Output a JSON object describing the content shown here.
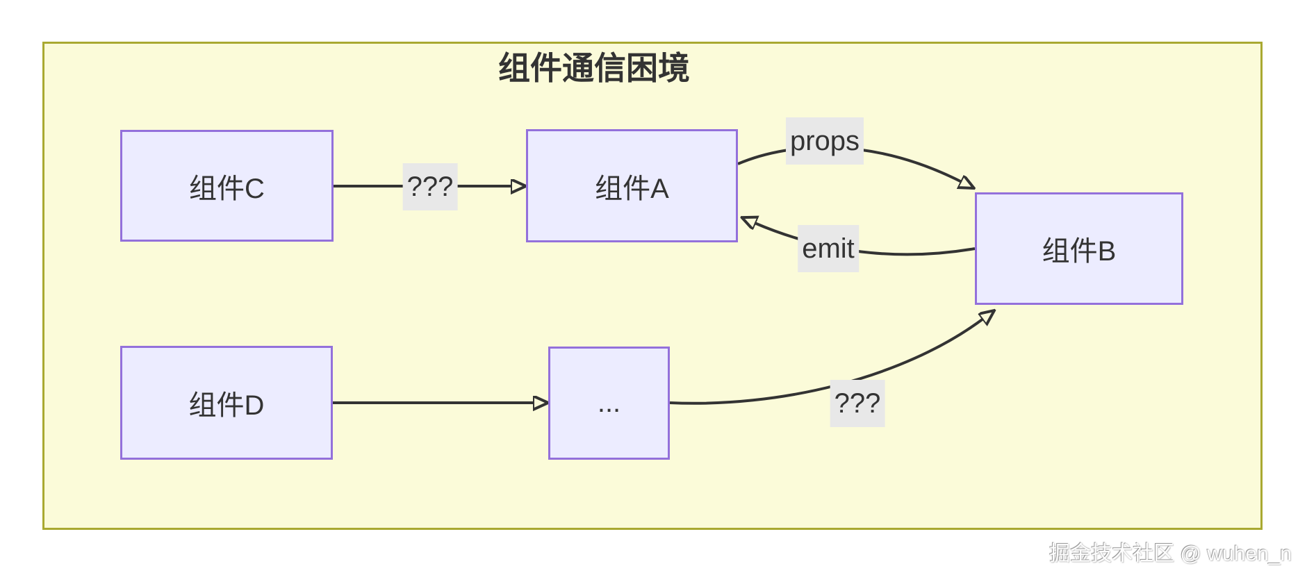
{
  "diagram": {
    "title": "组件通信困境",
    "nodes": {
      "c": {
        "label": "组件C"
      },
      "a": {
        "label": "组件A"
      },
      "b": {
        "label": "组件B"
      },
      "d": {
        "label": "组件D"
      },
      "more": {
        "label": "..."
      }
    },
    "edges": [
      {
        "from": "组件C",
        "to": "组件A",
        "label": "???"
      },
      {
        "from": "组件A",
        "to": "组件B",
        "label": "props"
      },
      {
        "from": "组件B",
        "to": "组件A",
        "label": "emit"
      },
      {
        "from": "组件D",
        "to": "...",
        "label": ""
      },
      {
        "from": "...",
        "to": "组件B",
        "label": "???"
      }
    ],
    "colors": {
      "cluster_fill": "#fbfbd9",
      "cluster_border": "#a9a931",
      "node_fill": "#ececff",
      "node_border": "#9370db",
      "edge_stroke": "#333333",
      "edge_label_bg": "#e8e8e8",
      "text": "#333333"
    }
  },
  "watermark": {
    "text": "掘金技术社区 @ wuhen_n"
  }
}
